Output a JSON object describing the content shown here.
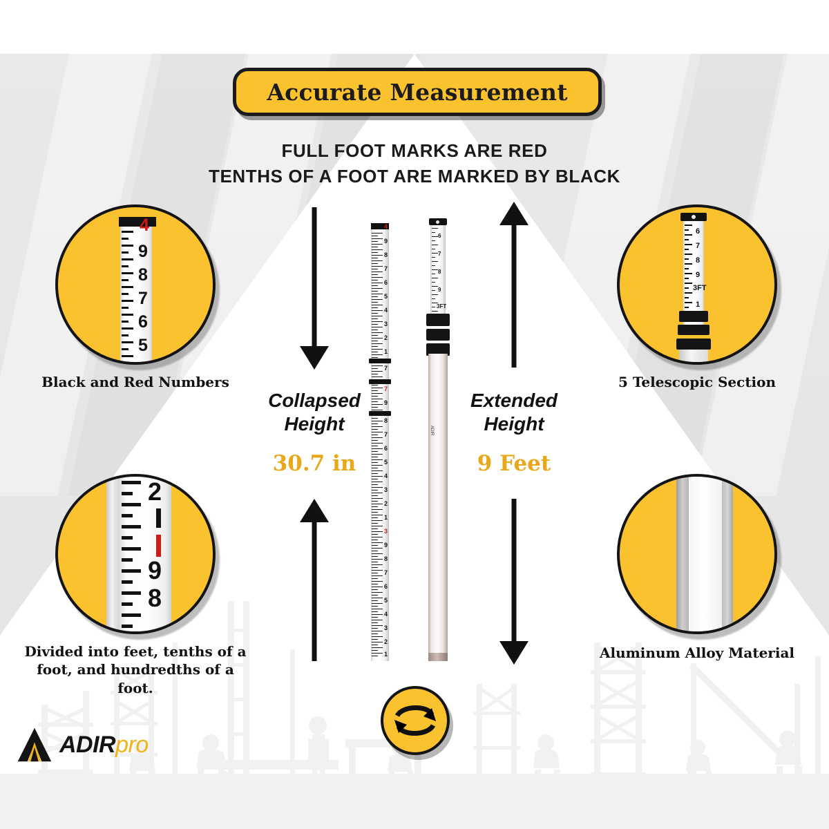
{
  "meta": {
    "brand": "AdirPro",
    "accent_yellow": "#F9C22E",
    "value_gold": "#E8A81A",
    "ink": "#141414",
    "red": "#CC1A17",
    "bg_gray": "#E7E7E7"
  },
  "header": {
    "banner_title": "Accurate Measurement",
    "subtitle_line1": "FULL FOOT MARKS ARE RED",
    "subtitle_line2": "TENTHS OF A FOOT ARE MARKED BY BLACK"
  },
  "features": [
    {
      "id": "black-and-red-numbers",
      "caption": "Black and Red Numbers",
      "position": "top-left",
      "rod_numbers_black": [
        "9",
        "8",
        "7",
        "6",
        "5"
      ],
      "rod_numbers_red": [
        "4"
      ]
    },
    {
      "id": "telescopic-sections",
      "caption": "5 Telescopic Section",
      "position": "top-right",
      "rod_numbers_black": [
        "6",
        "7",
        "8",
        "9",
        "1"
      ],
      "rod_foot_label": "3FT"
    },
    {
      "id": "graduation-detail",
      "caption": "Divided into feet, tenths of a foot, and hundredths of a foot.",
      "position": "bottom-left",
      "rod_numbers_black": [
        "2",
        "9",
        "8"
      ],
      "rod_marks_red": [
        "red tenth mark"
      ]
    },
    {
      "id": "aluminum-alloy",
      "caption": "Aluminum Alloy Material",
      "position": "bottom-right"
    }
  ],
  "measurements": {
    "collapsed": {
      "title_line1": "Collapsed",
      "title_line2": "Height",
      "value": "30.7 in",
      "arrow_direction": "down"
    },
    "extended": {
      "title_line1": "Extended",
      "title_line2": "Height",
      "value": "9 Feet",
      "arrow_direction_top": "up",
      "arrow_direction_bottom": "down"
    }
  },
  "icons": {
    "swap": "swap-arrows-icon",
    "arrow_down": "arrow-down-icon",
    "arrow_up": "arrow-up-icon"
  },
  "logo": {
    "primary": "ADIR",
    "secondary": "pro"
  },
  "product_scale": {
    "collapsed_rod_numbers": [
      "4",
      "9",
      "8",
      "7",
      "6",
      "5",
      "4",
      "3",
      "2",
      "1",
      "7",
      "9",
      "8",
      "7",
      "6",
      "5",
      "4",
      "3",
      "2",
      "1",
      "3",
      "9",
      "8",
      "7",
      "6",
      "5",
      "4",
      "3",
      "2",
      "1"
    ],
    "red_foot_numbers": [
      "4",
      "7",
      "3"
    ],
    "extended_rod_numbers": [
      "6",
      "7",
      "8",
      "9",
      "3FT",
      "1"
    ]
  }
}
